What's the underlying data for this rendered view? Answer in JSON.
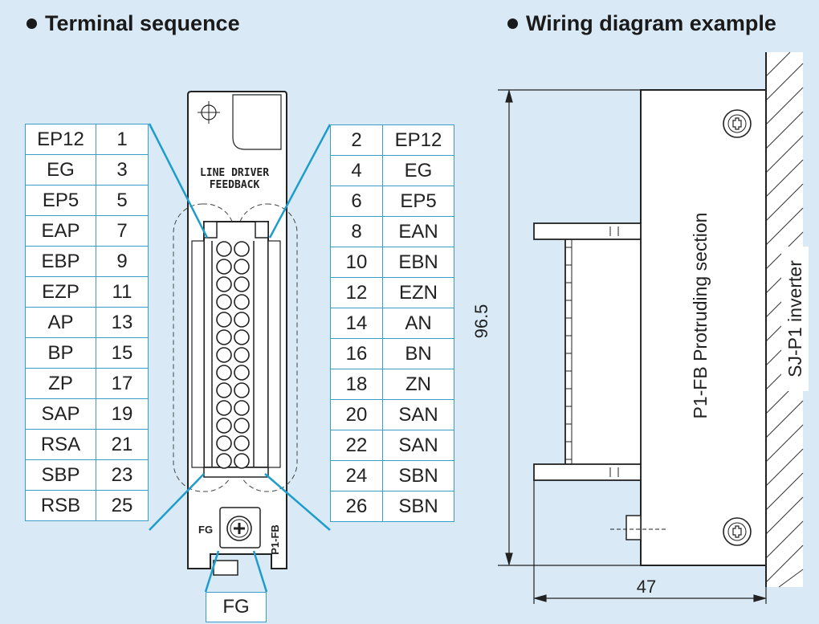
{
  "headings": {
    "left": "Terminal sequence",
    "right": "Wiring diagram example"
  },
  "terminals_left": [
    {
      "signal": "EP12",
      "pin": "1"
    },
    {
      "signal": "EG",
      "pin": "3"
    },
    {
      "signal": "EP5",
      "pin": "5"
    },
    {
      "signal": "EAP",
      "pin": "7"
    },
    {
      "signal": "EBP",
      "pin": "9"
    },
    {
      "signal": "EZP",
      "pin": "11"
    },
    {
      "signal": "AP",
      "pin": "13"
    },
    {
      "signal": "BP",
      "pin": "15"
    },
    {
      "signal": "ZP",
      "pin": "17"
    },
    {
      "signal": "SAP",
      "pin": "19"
    },
    {
      "signal": "RSA",
      "pin": "21"
    },
    {
      "signal": "SBP",
      "pin": "23"
    },
    {
      "signal": "RSB",
      "pin": "25"
    }
  ],
  "terminals_right": [
    {
      "pin": "2",
      "signal": "EP12"
    },
    {
      "pin": "4",
      "signal": "EG"
    },
    {
      "pin": "6",
      "signal": "EP5"
    },
    {
      "pin": "8",
      "signal": "EAN"
    },
    {
      "pin": "10",
      "signal": "EBN"
    },
    {
      "pin": "12",
      "signal": "EZN"
    },
    {
      "pin": "14",
      "signal": "AN"
    },
    {
      "pin": "16",
      "signal": "BN"
    },
    {
      "pin": "18",
      "signal": "ZN"
    },
    {
      "pin": "20",
      "signal": "SAN"
    },
    {
      "pin": "22",
      "signal": "SAN"
    },
    {
      "pin": "24",
      "signal": "SBN"
    },
    {
      "pin": "26",
      "signal": "SBN"
    }
  ],
  "fg_label": "FG",
  "board": {
    "title_line1": "LINE DRIVER",
    "title_line2": "FEEDBACK",
    "fg_mark": "FG",
    "model": "P1-FB"
  },
  "dimensions": {
    "height": "96.5",
    "width": "47"
  },
  "labels": {
    "section": "P1-FB Protruding section",
    "inverter": "SJ-P1 inverter"
  },
  "colors": {
    "background": "#d9eaf6",
    "callout": "#1e9ccc",
    "table_border": "#3a9cc8"
  }
}
